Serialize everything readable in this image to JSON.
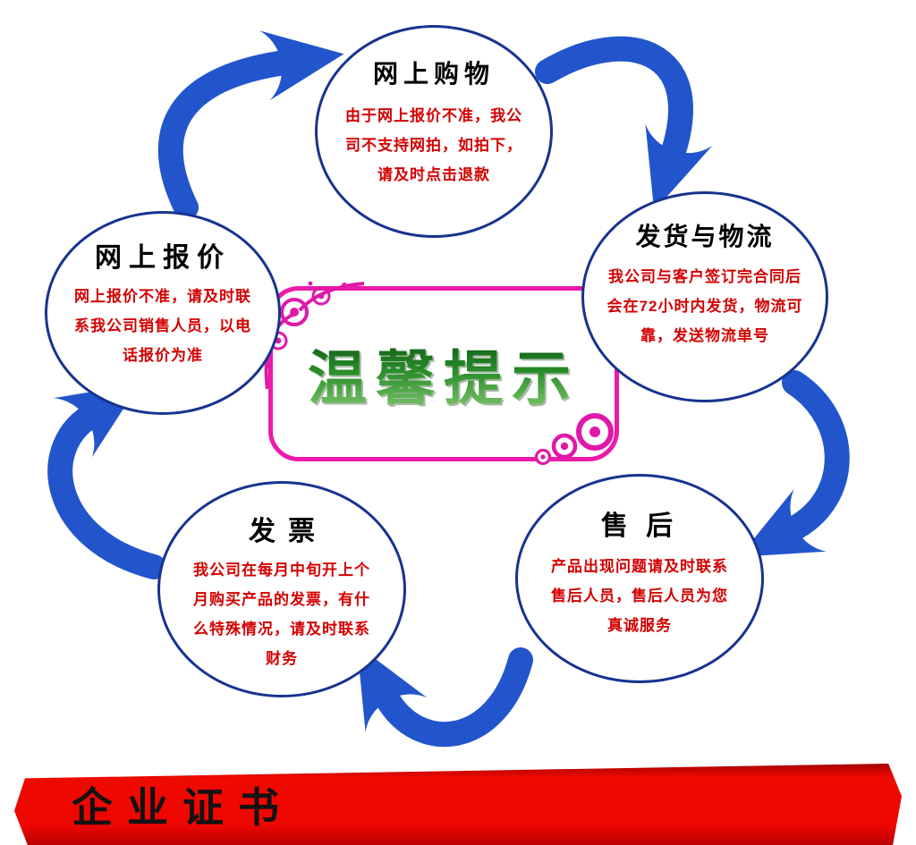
{
  "meta": {
    "background": "#ffffff",
    "arrow_color": "#2255cc",
    "circle_border_color": "#17338f",
    "bubble_title_color": "#000000",
    "bubble_body_color": "#d40000",
    "frame_border_color": "#ec1aa8",
    "center_title_green_dark": "#0a4d10",
    "center_title_green_light": "#8bce77",
    "banner_red": "#ee0600",
    "banner_text_color": "#121212"
  },
  "center": {
    "title": "温馨提示"
  },
  "bubbles": [
    {
      "id": "online-shopping",
      "title": "网上购物",
      "body": "由于网上报价不准，我公司不支持网拍，如拍下，请及时点击退款"
    },
    {
      "id": "online-quote",
      "title": "网上报价",
      "body": "网上报价不准，请及时联系我公司销售人员，以电话报价为准"
    },
    {
      "id": "shipping",
      "title": "发货与物流",
      "body": "我公司与客户签订完合同后会在72小时内发货，物流可靠，发送物流单号"
    },
    {
      "id": "invoice",
      "title": "发票",
      "body": "我公司在每月中旬开上个月购买产品的发票，有什么特殊情况，请及时联系财务"
    },
    {
      "id": "after-sales",
      "title": "售 后",
      "body": "产品出现问题请及时联系售后人员，售后人员为您真诚服务"
    }
  ],
  "flow": {
    "arrows": [
      "left-to-top",
      "top-to-right",
      "right-to-bottom-right",
      "bottom-right-to-bottom-left",
      "bottom-left-to-left"
    ]
  },
  "banner": {
    "label": "企业证书"
  }
}
